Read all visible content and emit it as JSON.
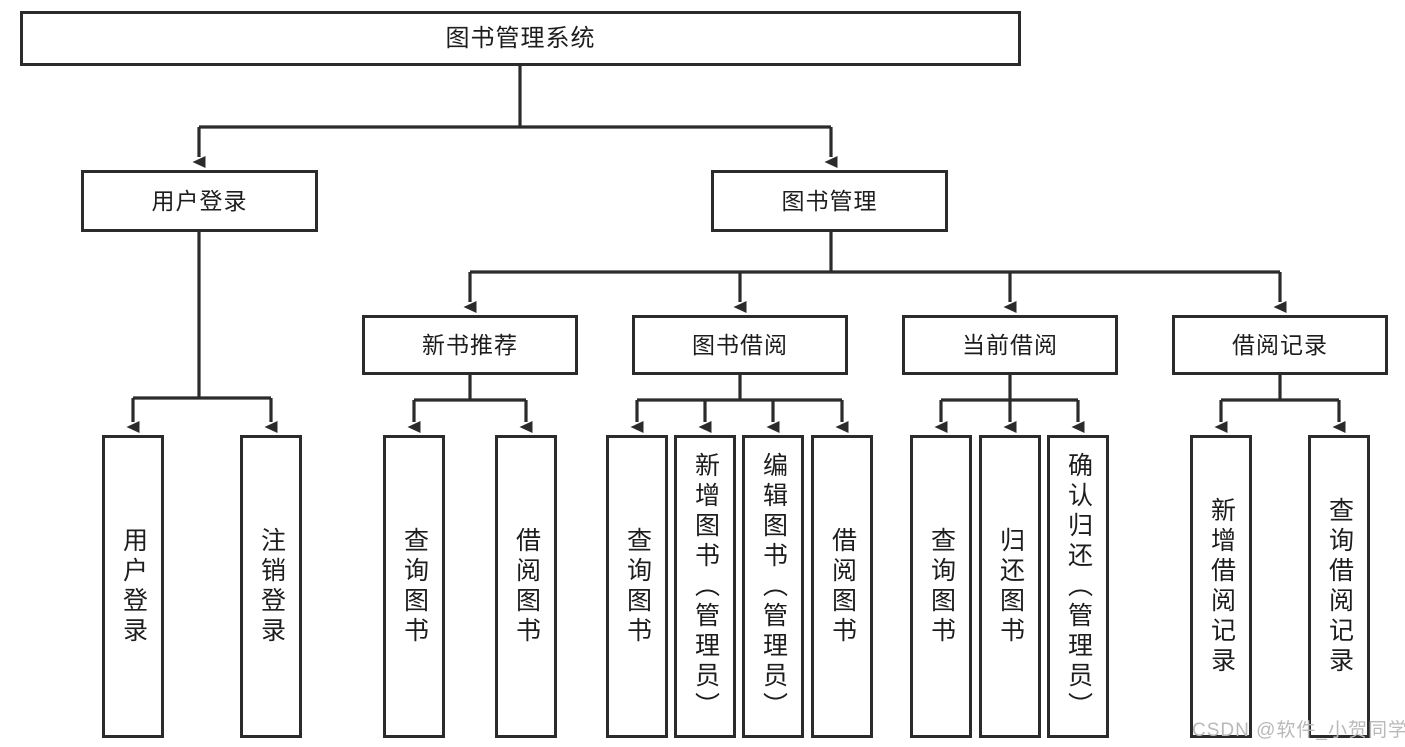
{
  "diagram": {
    "type": "tree-hierarchy-diagram",
    "title": "图书管理系统",
    "root": {
      "id": "root",
      "label": "图书管理系统"
    },
    "level2": [
      {
        "id": "user-login",
        "label": "用户登录"
      },
      {
        "id": "book-management",
        "label": "图书管理"
      }
    ],
    "level3": [
      {
        "id": "new-book-recommend",
        "label": "新书推荐",
        "parent": "book-management"
      },
      {
        "id": "book-borrow",
        "label": "图书借阅",
        "parent": "book-management"
      },
      {
        "id": "current-borrow",
        "label": "当前借阅",
        "parent": "book-management"
      },
      {
        "id": "borrow-record",
        "label": "借阅记录",
        "parent": "book-management"
      }
    ],
    "leaves": [
      {
        "id": "leaf-user-login",
        "label": "用户登录",
        "parent": "user-login"
      },
      {
        "id": "leaf-logout",
        "label": "注销登录",
        "parent": "user-login"
      },
      {
        "id": "leaf-query-book-1",
        "label": "查询图书",
        "parent": "new-book-recommend"
      },
      {
        "id": "leaf-borrow-book-1",
        "label": "借阅图书",
        "parent": "new-book-recommend"
      },
      {
        "id": "leaf-query-book-2",
        "label": "查询图书",
        "parent": "book-borrow"
      },
      {
        "id": "leaf-add-book",
        "label": "新增图书（管理员）",
        "parent": "book-borrow"
      },
      {
        "id": "leaf-edit-book",
        "label": "编辑图书（管理员）",
        "parent": "book-borrow"
      },
      {
        "id": "leaf-borrow-book-2",
        "label": "借阅图书",
        "parent": "book-borrow"
      },
      {
        "id": "leaf-query-book-3",
        "label": "查询图书",
        "parent": "current-borrow"
      },
      {
        "id": "leaf-return-book",
        "label": "归还图书",
        "parent": "current-borrow"
      },
      {
        "id": "leaf-confirm-return",
        "label": "确认归还（管理员）",
        "parent": "current-borrow"
      },
      {
        "id": "leaf-add-record",
        "label": "新增借阅记录",
        "parent": "borrow-record"
      },
      {
        "id": "leaf-query-record",
        "label": "查询借阅记录",
        "parent": "borrow-record"
      }
    ],
    "colors": {
      "border": "#2b2b2b",
      "background": "#ffffff",
      "text": "#1d1d1d",
      "connector": "#2b2b2b",
      "watermark": "#b9b9b9"
    }
  },
  "watermark": {
    "text": "CSDN @软件_小贺同学"
  }
}
